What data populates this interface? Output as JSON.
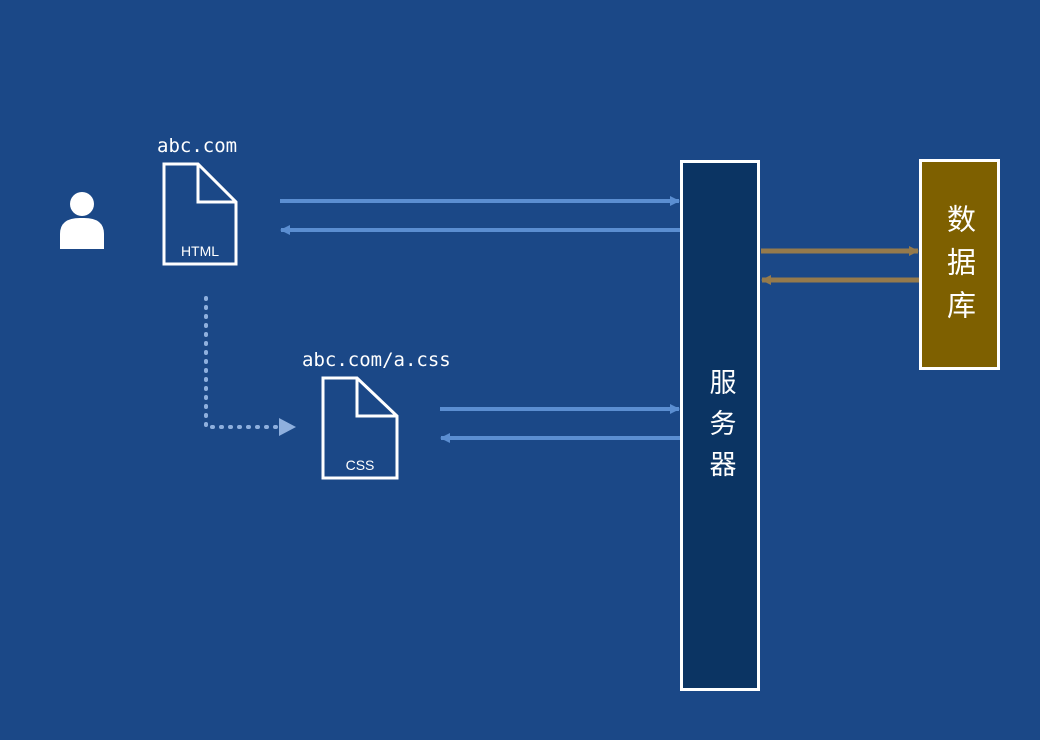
{
  "html_doc": {
    "url": "abc.com",
    "label": "HTML"
  },
  "css_doc": {
    "url": "abc.com/a.css",
    "label": "CSS"
  },
  "server": {
    "label": "服务器"
  },
  "database": {
    "label": "数据库"
  },
  "colors": {
    "background": "#1b4887",
    "server_fill": "#0b3463",
    "database_fill": "#7e6000",
    "request_arrow": "#5b8ed1",
    "db_arrow": "#957a4c",
    "dotted_arrow": "#8fb0de",
    "foreground": "#ffffff"
  },
  "icons": [
    "user-icon",
    "html-document-icon",
    "css-document-icon"
  ]
}
